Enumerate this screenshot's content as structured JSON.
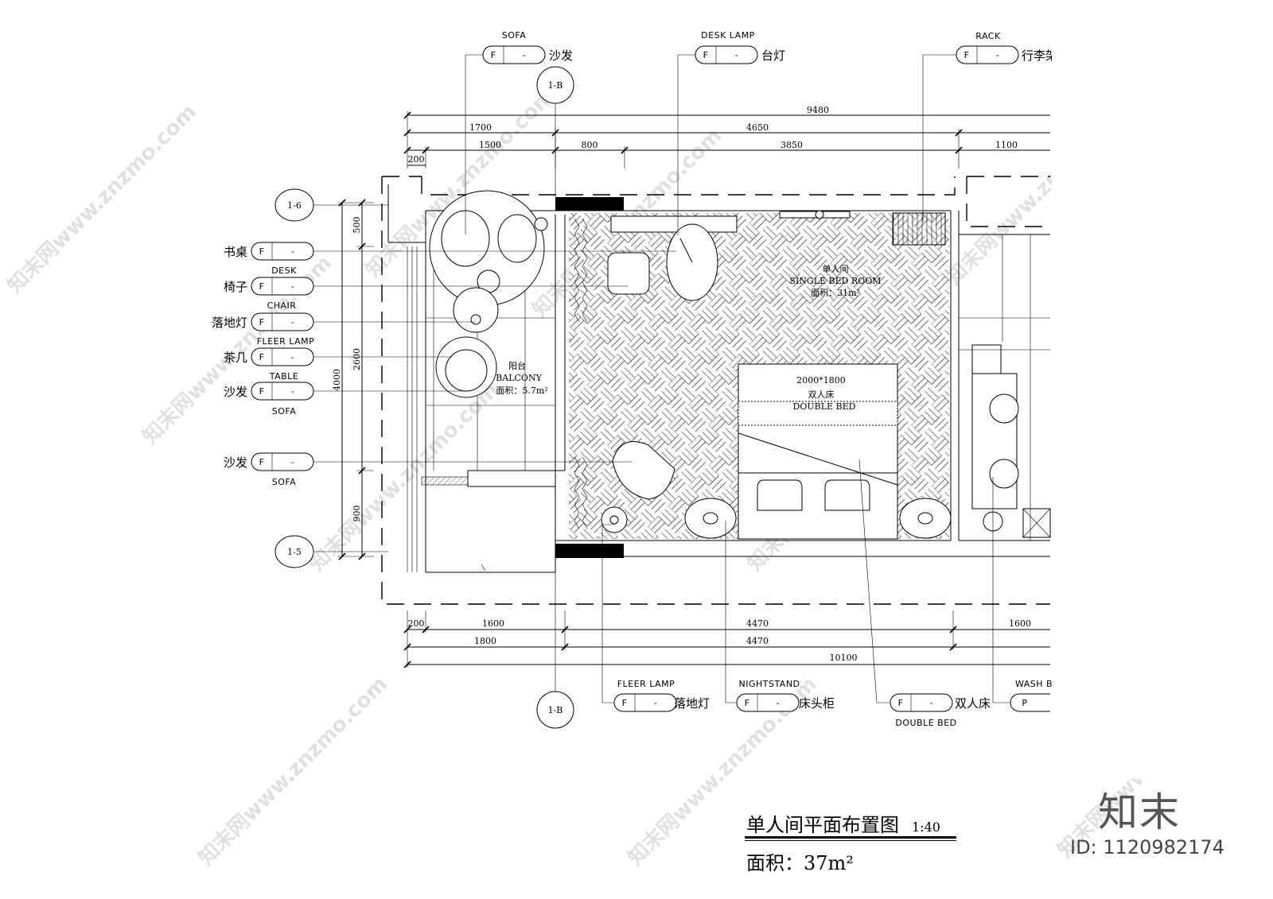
{
  "drawing": {
    "title": "单人间平面布置图",
    "scale": "1:40",
    "area_label": "面积：37m²",
    "brand": "知末",
    "image_id": "ID: 1120982174",
    "watermark": "知末网www.znzmo.com"
  },
  "grid_markers": {
    "top": "1-B",
    "bottom": "1-B",
    "left_upper": "1-6",
    "left_lower": "1-5"
  },
  "dimensions": {
    "top_row1": [
      "9480"
    ],
    "top_row2": [
      "1700",
      "4650"
    ],
    "top_row3": [
      "1500",
      "800",
      "3850",
      "1100"
    ],
    "top_row4": [
      "200"
    ],
    "bottom_row1": [
      "200",
      "1600",
      "4470",
      "1600"
    ],
    "bottom_row2": [
      "1800",
      "4470"
    ],
    "bottom_row3": [
      "10100"
    ],
    "left_outer": [
      "4000"
    ],
    "left_inner": [
      "500",
      "2600",
      "900"
    ]
  },
  "rooms": {
    "main_cn": "单人间",
    "main_en": "SINGLE BED ROOM",
    "main_area": "面积：31m²",
    "balcony_cn": "阳台",
    "balcony_en": "BALCONY",
    "balcony_area": "面积：5.7m²",
    "bed_size": "2000*1800",
    "bed_cn": "双人床",
    "bed_en": "DOUBLE BED"
  },
  "tags_top": [
    {
      "en": "SOFA",
      "code": "F",
      "num": "-",
      "cn": "沙发"
    },
    {
      "en": "DESK LAMP",
      "code": "F",
      "num": "-",
      "cn": "台灯"
    },
    {
      "en": "RACK",
      "code": "F",
      "num": "-",
      "cn": "行李架"
    }
  ],
  "tags_left": [
    {
      "cn": "书桌",
      "code": "F",
      "num": "-",
      "en": "DESK"
    },
    {
      "cn": "椅子",
      "code": "F",
      "num": "-",
      "en": "CHAIR"
    },
    {
      "cn": "落地灯",
      "code": "F",
      "num": "-",
      "en": "FLEER LAMP"
    },
    {
      "cn": "茶几",
      "code": "F",
      "num": "-",
      "en": "TABLE"
    },
    {
      "cn": "沙发",
      "code": "F",
      "num": "-",
      "en": "SOFA"
    },
    {
      "cn": "沙发",
      "code": "F",
      "num": "-",
      "en": "SOFA"
    }
  ],
  "tags_bottom": [
    {
      "en": "FLEER LAMP",
      "code": "F",
      "num": "-",
      "cn": "落地灯"
    },
    {
      "en": "NIGHTSTAND",
      "code": "F",
      "num": "-",
      "cn": "床头柜"
    },
    {
      "en": "DOUBLE BED",
      "code": "F",
      "num": "-",
      "cn": "双人床"
    },
    {
      "en": "WASH B",
      "code": "P",
      "num": "",
      "cn": ""
    }
  ]
}
